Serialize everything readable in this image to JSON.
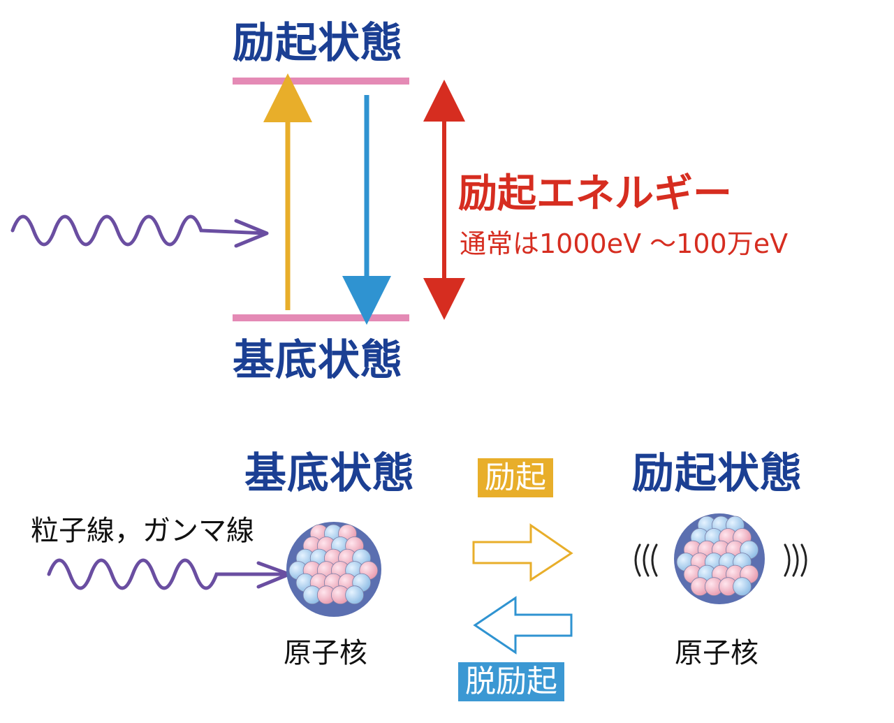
{
  "energy_diagram": {
    "excited_label": "励起状態",
    "ground_label": "基底状態",
    "energy_title": "励起エネルギー",
    "energy_range": "通常は1000eV ～100万eV"
  },
  "nucleus_diagram": {
    "ground_label": "基底状態",
    "excited_label": "励起状態",
    "incoming_label": "粒子線，ガンマ線",
    "excite_tag": "励起",
    "deexcite_tag": "脱励起",
    "nucleus_left_label": "原子核",
    "nucleus_right_label": "原子核"
  },
  "colors": {
    "level_line": "#e48ab5",
    "up_arrow": "#e8ae2a",
    "down_arrow": "#2f93d1",
    "energy_arrow": "#d62d20",
    "wave": "#6a4ea1",
    "blue_text": "#1b3f93",
    "proton": "#f2b8c6",
    "neutron": "#a9cfee",
    "nucleus_bg": "#5b6fb0"
  }
}
